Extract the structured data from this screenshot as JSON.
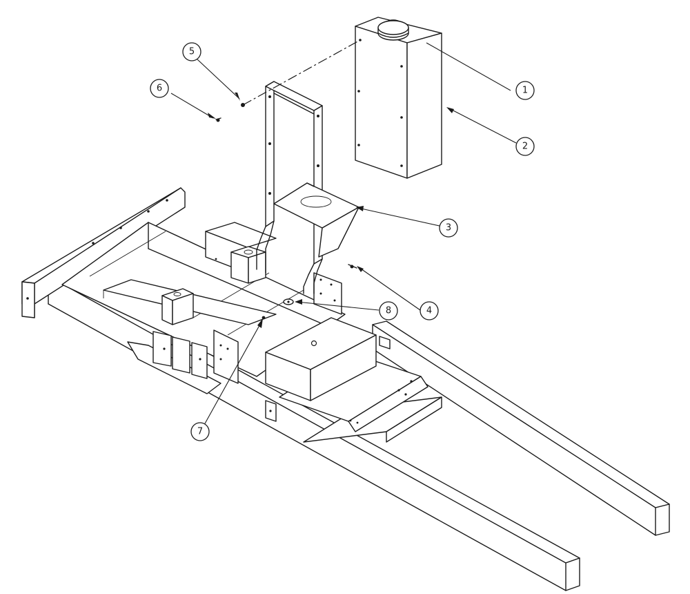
{
  "diagram": {
    "type": "exploded-assembly-drawing",
    "callouts": [
      {
        "id": "c1",
        "label": "1"
      },
      {
        "id": "c2",
        "label": "2"
      },
      {
        "id": "c3",
        "label": "3"
      },
      {
        "id": "c4",
        "label": "4"
      },
      {
        "id": "c5",
        "label": "5"
      },
      {
        "id": "c6",
        "label": "6"
      },
      {
        "id": "c7",
        "label": "7"
      },
      {
        "id": "c8",
        "label": "8"
      }
    ],
    "colors": {
      "line": "#1a1a1a",
      "background": "#ffffff"
    }
  }
}
